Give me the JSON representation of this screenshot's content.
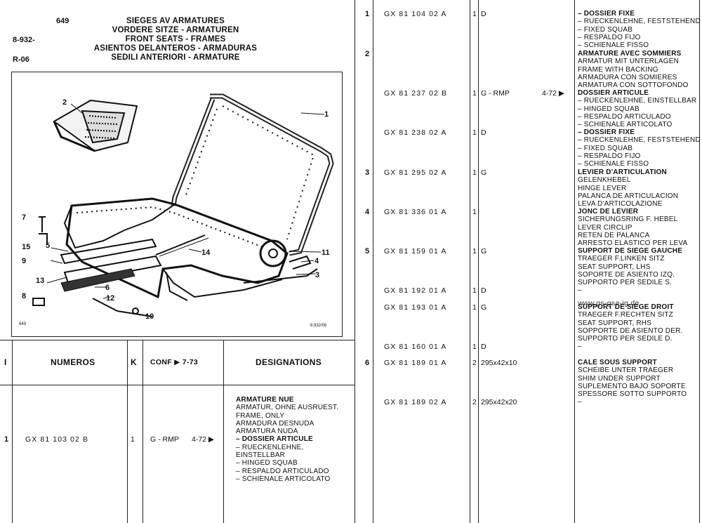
{
  "header": {
    "page_no": "649",
    "left_code_1": "8-932-",
    "left_code_2": "R-06",
    "titles": [
      "SIEGES AV ARMATURES",
      "VORDERE SITZE - ARMATUREN",
      "FRONT SEATS - FRAMES",
      "ASIENTOS DELANTEROS - ARMADURAS",
      "SEDILI ANTERIORI - ARMATURE"
    ]
  },
  "diagram": {
    "callouts": [
      "1",
      "2",
      "3",
      "4",
      "5",
      "6",
      "7",
      "8",
      "9",
      "10",
      "11",
      "12",
      "13",
      "14",
      "15"
    ],
    "footer_left": "649",
    "footer_right": "8.932/06"
  },
  "table_header": {
    "col_i": "I",
    "col_numeros": "NUMEROS",
    "col_k": "K",
    "col_conf": "CONF ▶  7-73",
    "col_designations": "DESIGNATIONS"
  },
  "left_rows": [
    {
      "ref": "1",
      "part": "GX 81 103 02 B",
      "qty": "1",
      "conf": "G - RMP",
      "date": "4-72 ▶",
      "desc": [
        {
          "t": "ARMATURE NUE",
          "b": true
        },
        {
          "t": "ARMATUR, OHNE AUSRUEST."
        },
        {
          "t": "FRAME, ONLY"
        },
        {
          "t": "ARMADURA DESNUDA"
        },
        {
          "t": "ARMATURA NUDA"
        },
        {
          "t": "–  DOSSIER ARTICULE",
          "b": true
        },
        {
          "t": "–  RUECKENLEHNE,"
        },
        {
          "t": "    EINSTELLBAR"
        },
        {
          "t": "–  HINGED SQUAB"
        },
        {
          "t": "–  RESPALDO ARTICULADO"
        },
        {
          "t": "–  SCHIENALE ARTICOLATO"
        }
      ]
    }
  ],
  "right_rows": [
    {
      "ref": "1",
      "part": "GX 81 104 02 A",
      "qty": "1",
      "conf": "D",
      "date": "",
      "desc": [
        {
          "t": "– DOSSIER FIXE",
          "b": true
        },
        {
          "t": "– RUECKENLEHNE, FESTSTEHEND"
        },
        {
          "t": "– FIXED SQUAB"
        },
        {
          "t": "– RESPALDO FIJO"
        },
        {
          "t": "– SCHIENALE FISSO"
        }
      ]
    },
    {
      "ref": "2",
      "part": "",
      "qty": "",
      "conf": "",
      "date": "",
      "desc": [
        {
          "t": "ARMATURE AVEC SOMMIERS",
          "b": true
        },
        {
          "t": "ARMATUR MIT UNTERLAGEN"
        },
        {
          "t": "FRAME WITH BACKING"
        },
        {
          "t": "ARMADURA CON SOMIERES"
        },
        {
          "t": "ARMATURA CON SOTTOFONDO"
        }
      ]
    },
    {
      "ref": "",
      "part": "GX 81 237 02 B",
      "qty": "1",
      "conf": "G - RMP",
      "date": "4-72 ▶",
      "desc": [
        {
          "t": "DOSSIER ARTICULE",
          "b": true
        },
        {
          "t": "– RUECKENLEHNE, EINSTELLBAR"
        },
        {
          "t": "– HINGED SQUAB"
        },
        {
          "t": "– RESPALDO ARTICULADO"
        },
        {
          "t": "– SCHIENALE ARTICOLATO"
        }
      ]
    },
    {
      "ref": "",
      "part": "GX 81 238 02 A",
      "qty": "1",
      "conf": "D",
      "date": "",
      "desc": [
        {
          "t": "– DOSSIER FIXE",
          "b": true
        },
        {
          "t": "– RUECKENLEHNE, FESTSTEHEND"
        },
        {
          "t": "– FIXED SQUAB"
        },
        {
          "t": "– RESPALDO FIJO"
        },
        {
          "t": "– SCHIENALE FISSO"
        }
      ]
    },
    {
      "ref": "3",
      "part": "GX 81 295 02 A",
      "qty": "1",
      "conf": "G",
      "date": "",
      "desc": [
        {
          "t": "LEVIER D'ARTICULATION",
          "b": true
        },
        {
          "t": "GELENKHEBEL"
        },
        {
          "t": "HINGE LEVER"
        },
        {
          "t": "PALANCA DE ARTICULACION"
        },
        {
          "t": "LEVA D'ARTICOLAZIONE"
        }
      ]
    },
    {
      "ref": "4",
      "part": "GX 81 336 01 A",
      "qty": "1",
      "conf": "",
      "date": "",
      "desc": [
        {
          "t": "JONC DE LEVIER",
          "b": true
        },
        {
          "t": "SICHERUNGSRING F. HEBEL"
        },
        {
          "t": "LEVER CIRCLIP"
        },
        {
          "t": "RETEN DE PALANCA"
        },
        {
          "t": "ARRESTO ELASTICO PER LEVA"
        }
      ]
    },
    {
      "ref": "5",
      "part": "GX 81 159 01 A",
      "qty": "1",
      "conf": "G",
      "date": "",
      "desc": [
        {
          "t": "SUPPORT DE SIEGE GAUCHE",
          "b": true
        },
        {
          "t": "TRAEGER F.LINKEN SITZ"
        },
        {
          "t": "SEAT SUPPORT, LHS"
        },
        {
          "t": "SOPORTE DE ASIENTO  IZQ."
        },
        {
          "t": "SUPPORTO PER SEDILE S."
        }
      ]
    },
    {
      "ref": "",
      "part": "GX 81 192 01 A",
      "qty": "1",
      "conf": "D",
      "date": "",
      "desc": [
        {
          "t": "–"
        }
      ]
    },
    {
      "ref": "",
      "part": "GX 81 193 01 A",
      "qty": "1",
      "conf": "G",
      "date": "",
      "desc": [
        {
          "t": "SUPPORT DE SIEGE DROIT",
          "b": true
        },
        {
          "t": "TRAEGER F.RECHTEN SITZ"
        },
        {
          "t": "SEAT SUPPORT, RHS"
        },
        {
          "t": "SOPPORTE DE ASIENTO DER."
        },
        {
          "t": "SUPPORTO PER SEDILE D."
        },
        {
          "t": "–"
        }
      ]
    },
    {
      "ref": "",
      "part": "GX 81 160 01 A",
      "qty": "1",
      "conf": "D",
      "date": "",
      "desc": []
    },
    {
      "ref": "6",
      "part": "GX 81 189 01 A",
      "qty": "2",
      "conf": "295x42x10",
      "date": "",
      "desc": [
        {
          "t": "CALE SOUS SUPPORT",
          "b": true
        },
        {
          "t": "SCHEIBE UNTER TRAEGER"
        },
        {
          "t": "SHIM UNDER SUPPORT"
        },
        {
          "t": "SUPLEMENTO BAJO SOPORTE"
        },
        {
          "t": "SPESSORE SOTTO SUPPORTO"
        }
      ]
    },
    {
      "ref": "",
      "part": "GX 81 189 02 A",
      "qty": "2",
      "conf": "295x42x20",
      "date": "",
      "desc": [
        {
          "t": "–"
        }
      ]
    }
  ],
  "watermark": "www.gs-gsa-ig.de"
}
